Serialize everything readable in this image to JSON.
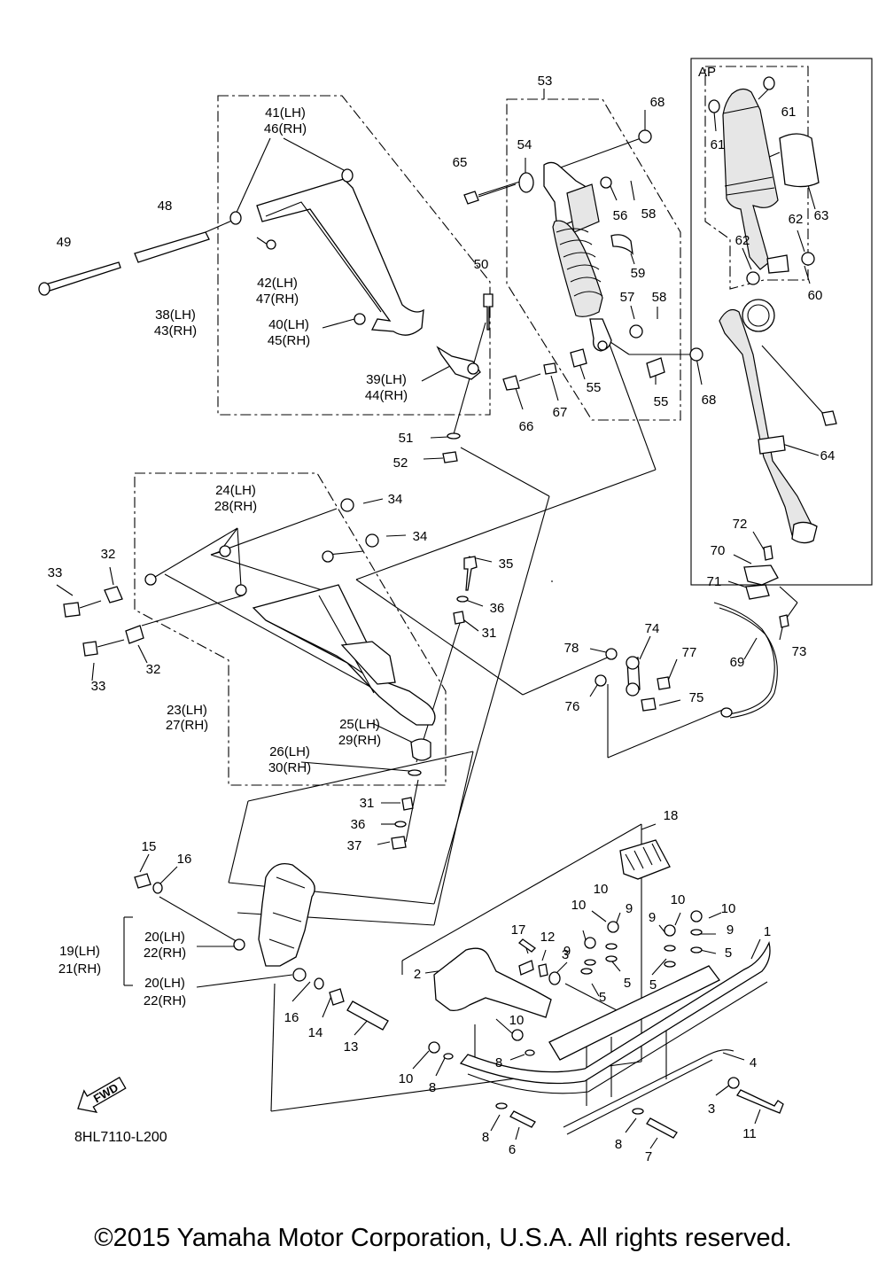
{
  "diagram": {
    "drawing_code": "8HL7110-L200",
    "fwd_label": "FWD",
    "ap_label": "AP",
    "copyright": "©2015 Yamaha Motor Corporation, U.S.A. All rights reserved.",
    "labels": [
      {
        "id": "l53",
        "text": "53"
      },
      {
        "id": "l68a",
        "text": "68"
      },
      {
        "id": "l54",
        "text": "54"
      },
      {
        "id": "l65",
        "text": "65"
      },
      {
        "id": "l56",
        "text": "56"
      },
      {
        "id": "l58a",
        "text": "58"
      },
      {
        "id": "l59",
        "text": "59"
      },
      {
        "id": "l57",
        "text": "57"
      },
      {
        "id": "l58b",
        "text": "58"
      },
      {
        "id": "l55a",
        "text": "55"
      },
      {
        "id": "l55b",
        "text": "55"
      },
      {
        "id": "l66",
        "text": "66"
      },
      {
        "id": "l67",
        "text": "67"
      },
      {
        "id": "l68b",
        "text": "68"
      },
      {
        "id": "l61a",
        "text": "61"
      },
      {
        "id": "l61b",
        "text": "61"
      },
      {
        "id": "l63",
        "text": "63"
      },
      {
        "id": "l62a",
        "text": "62"
      },
      {
        "id": "l62b",
        "text": "62"
      },
      {
        "id": "l60",
        "text": "60"
      },
      {
        "id": "l64",
        "text": "64"
      },
      {
        "id": "l41",
        "text": "41(LH)"
      },
      {
        "id": "l46",
        "text": "46(RH)"
      },
      {
        "id": "l48",
        "text": "48"
      },
      {
        "id": "l49",
        "text": "49"
      },
      {
        "id": "l42",
        "text": "42(LH)"
      },
      {
        "id": "l47",
        "text": "47(RH)"
      },
      {
        "id": "l50",
        "text": "50"
      },
      {
        "id": "l38",
        "text": "38(LH)"
      },
      {
        "id": "l43",
        "text": "43(RH)"
      },
      {
        "id": "l40",
        "text": "40(LH)"
      },
      {
        "id": "l45",
        "text": "45(RH)"
      },
      {
        "id": "l39",
        "text": "39(LH)"
      },
      {
        "id": "l44",
        "text": "44(RH)"
      },
      {
        "id": "l51",
        "text": "51"
      },
      {
        "id": "l52",
        "text": "52"
      },
      {
        "id": "l24",
        "text": "24(LH)"
      },
      {
        "id": "l28",
        "text": "28(RH)"
      },
      {
        "id": "l34a",
        "text": "34"
      },
      {
        "id": "l34b",
        "text": "34"
      },
      {
        "id": "l32a",
        "text": "32"
      },
      {
        "id": "l33a",
        "text": "33"
      },
      {
        "id": "l35",
        "text": "35"
      },
      {
        "id": "l36a",
        "text": "36"
      },
      {
        "id": "l31a",
        "text": "31"
      },
      {
        "id": "l33b",
        "text": "33"
      },
      {
        "id": "l32b",
        "text": "32"
      },
      {
        "id": "l23",
        "text": "23(LH)"
      },
      {
        "id": "l27",
        "text": "27(RH)"
      },
      {
        "id": "l25",
        "text": "25(LH)"
      },
      {
        "id": "l29",
        "text": "29(RH)"
      },
      {
        "id": "l26",
        "text": "26(LH)"
      },
      {
        "id": "l30",
        "text": "30(RH)"
      },
      {
        "id": "l31b",
        "text": "31"
      },
      {
        "id": "l36b",
        "text": "36"
      },
      {
        "id": "l37",
        "text": "37"
      },
      {
        "id": "l72",
        "text": "72"
      },
      {
        "id": "l70",
        "text": "70"
      },
      {
        "id": "l71",
        "text": "71"
      },
      {
        "id": "l73",
        "text": "73"
      },
      {
        "id": "l69",
        "text": "69"
      },
      {
        "id": "l78",
        "text": "78"
      },
      {
        "id": "l74",
        "text": "74"
      },
      {
        "id": "l77",
        "text": "77"
      },
      {
        "id": "l76",
        "text": "76"
      },
      {
        "id": "l75",
        "text": "75"
      },
      {
        "id": "l18",
        "text": "18"
      },
      {
        "id": "l15",
        "text": "15"
      },
      {
        "id": "l16a",
        "text": "16"
      },
      {
        "id": "l19",
        "text": "19(LH)"
      },
      {
        "id": "l21",
        "text": "21(RH)"
      },
      {
        "id": "l20a",
        "text": "20(LH)"
      },
      {
        "id": "l22a",
        "text": "22(RH)"
      },
      {
        "id": "l20b",
        "text": "20(LH)"
      },
      {
        "id": "l22b",
        "text": "22(RH)"
      },
      {
        "id": "l16b",
        "text": "16"
      },
      {
        "id": "l14",
        "text": "14"
      },
      {
        "id": "l13",
        "text": "13"
      },
      {
        "id": "l17",
        "text": "17"
      },
      {
        "id": "l12",
        "text": "12"
      },
      {
        "id": "l3a",
        "text": "3"
      },
      {
        "id": "l2",
        "text": "2"
      },
      {
        "id": "l9a",
        "text": "9"
      },
      {
        "id": "l10a",
        "text": "10"
      },
      {
        "id": "l10b",
        "text": "10"
      },
      {
        "id": "l9b",
        "text": "9"
      },
      {
        "id": "l5a",
        "text": "5"
      },
      {
        "id": "l5b",
        "text": "5"
      },
      {
        "id": "l10c",
        "text": "10"
      },
      {
        "id": "l10d",
        "text": "10"
      },
      {
        "id": "l9c",
        "text": "9"
      },
      {
        "id": "l9d",
        "text": "9"
      },
      {
        "id": "l1",
        "text": "1"
      },
      {
        "id": "l5c",
        "text": "5"
      },
      {
        "id": "l5d",
        "text": "5"
      },
      {
        "id": "l10e",
        "text": "10"
      },
      {
        "id": "l8a",
        "text": "8"
      },
      {
        "id": "l10f",
        "text": "10"
      },
      {
        "id": "l8b",
        "text": "8"
      },
      {
        "id": "l4",
        "text": "4"
      },
      {
        "id": "l3b",
        "text": "3"
      },
      {
        "id": "l11",
        "text": "11"
      },
      {
        "id": "l8c",
        "text": "8"
      },
      {
        "id": "l6",
        "text": "6"
      },
      {
        "id": "l8d",
        "text": "8"
      },
      {
        "id": "l7",
        "text": "7"
      }
    ]
  }
}
